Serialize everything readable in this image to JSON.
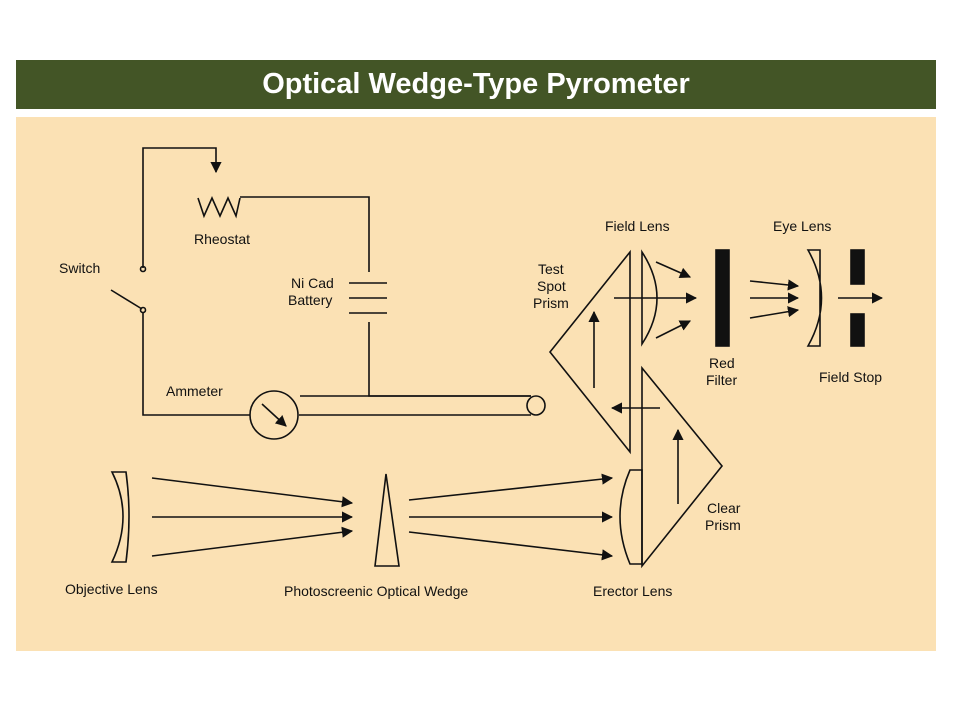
{
  "title": "Optical Wedge-Type Pyrometer",
  "colors": {
    "title_bar": "#435526",
    "title_text": "#ffffff",
    "panel": "#fbe1b4",
    "ink": "#111111"
  },
  "labels": {
    "rheostat": "Rheostat",
    "switch": "Switch",
    "battery_line1": "Ni Cad",
    "battery_line2": "Battery",
    "ammeter": "Ammeter",
    "test_spot_line1": "Test",
    "test_spot_line2": "Spot",
    "test_spot_line3": "Prism",
    "field_lens": "Field Lens",
    "eye_lens": "Eye Lens",
    "red_filter_line1": "Red",
    "red_filter_line2": "Filter",
    "field_stop": "Field Stop",
    "clear_prism_line1": "Clear",
    "clear_prism_line2": "Prism",
    "objective_lens": "Objective Lens",
    "optical_wedge": "Photoscreenic Optical Wedge",
    "erector_lens": "Erector Lens"
  }
}
